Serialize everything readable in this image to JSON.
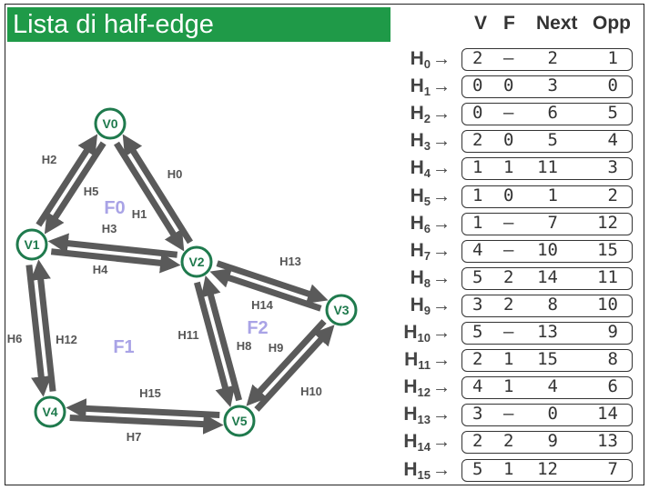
{
  "title": "Lista di half-edge",
  "table": {
    "headers": [
      "V",
      "F",
      "Next",
      "Opp"
    ],
    "rows": [
      {
        "h": "H",
        "sub": "0",
        "v": "2",
        "f": "–",
        "next": "2",
        "opp": "1"
      },
      {
        "h": "H",
        "sub": "1",
        "v": "0",
        "f": "0",
        "next": "3",
        "opp": "0"
      },
      {
        "h": "H",
        "sub": "2",
        "v": "0",
        "f": "–",
        "next": "6",
        "opp": "5"
      },
      {
        "h": "H",
        "sub": "3",
        "v": "2",
        "f": "0",
        "next": "5",
        "opp": "4"
      },
      {
        "h": "H",
        "sub": "4",
        "v": "1",
        "f": "1",
        "next": "11",
        "opp": "3"
      },
      {
        "h": "H",
        "sub": "5",
        "v": "1",
        "f": "0",
        "next": "1",
        "opp": "2"
      },
      {
        "h": "H",
        "sub": "6",
        "v": "1",
        "f": "–",
        "next": "7",
        "opp": "12"
      },
      {
        "h": "H",
        "sub": "7",
        "v": "4",
        "f": "–",
        "next": "10",
        "opp": "15"
      },
      {
        "h": "H",
        "sub": "8",
        "v": "5",
        "f": "2",
        "next": "14",
        "opp": "11"
      },
      {
        "h": "H",
        "sub": "9",
        "v": "3",
        "f": "2",
        "next": "8",
        "opp": "10"
      },
      {
        "h": "H",
        "sub": "10",
        "v": "5",
        "f": "–",
        "next": "13",
        "opp": "9"
      },
      {
        "h": "H",
        "sub": "11",
        "v": "2",
        "f": "1",
        "next": "15",
        "opp": "8"
      },
      {
        "h": "H",
        "sub": "12",
        "v": "4",
        "f": "1",
        "next": "4",
        "opp": "6"
      },
      {
        "h": "H",
        "sub": "13",
        "v": "3",
        "f": "–",
        "next": "0",
        "opp": "14"
      },
      {
        "h": "H",
        "sub": "14",
        "v": "2",
        "f": "2",
        "next": "9",
        "opp": "13"
      },
      {
        "h": "H",
        "sub": "15",
        "v": "5",
        "f": "1",
        "next": "12",
        "opp": "7"
      }
    ]
  },
  "diagram": {
    "vertices": [
      "V0",
      "V1",
      "V2",
      "V3",
      "V4",
      "V5"
    ],
    "faces": [
      "F0",
      "F1",
      "F2"
    ],
    "edge_labels": [
      "H0",
      "H1",
      "H2",
      "H3",
      "H4",
      "H5",
      "H6",
      "H7",
      "H8",
      "H9",
      "H10",
      "H11",
      "H12",
      "H13",
      "H14",
      "H15"
    ],
    "colors": {
      "vertex": "#1f7a4d",
      "face": "#a9a3e6",
      "edge": "#5a5a5a",
      "title_bg": "#1f9a48"
    }
  }
}
